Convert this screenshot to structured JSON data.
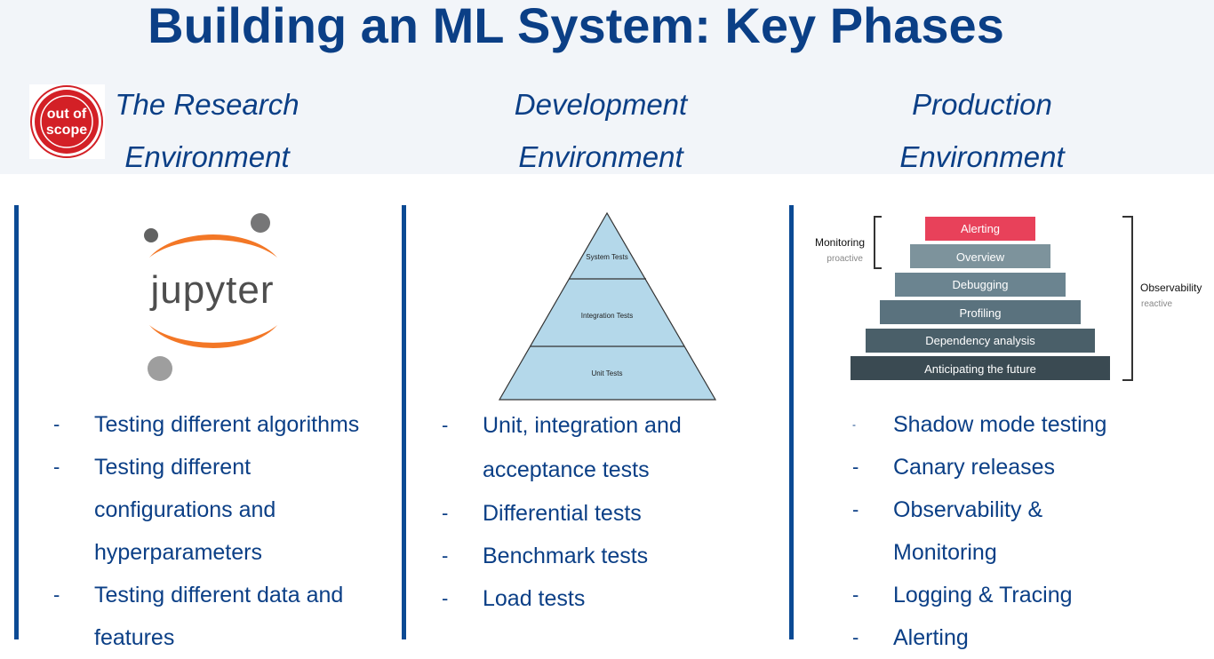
{
  "title": "Building an ML System: Key Phases",
  "logo": {
    "text_line1": "out of",
    "text_line2": "scope"
  },
  "columns": [
    {
      "heading_line1": "The Research",
      "heading_line2": "Environment",
      "bullets": [
        {
          "dash": "-",
          "text": [
            "Testing different algorithms"
          ]
        },
        {
          "dash": "-",
          "text": [
            "Testing different",
            "configurations and",
            "hyperparameters"
          ]
        },
        {
          "dash": "-",
          "text": [
            "Testing different data and",
            "features"
          ]
        }
      ]
    },
    {
      "heading_line1": "Development",
      "heading_line2": "Environment",
      "bullets": [
        {
          "dash": "-",
          "text": [
            "Unit, integration and",
            "acceptance tests"
          ]
        },
        {
          "dash": "-",
          "text": [
            "Differential tests"
          ]
        },
        {
          "dash": "-",
          "text": [
            "Benchmark tests"
          ]
        },
        {
          "dash": "-",
          "text": [
            "Load tests"
          ]
        }
      ]
    },
    {
      "heading_line1": "Production",
      "heading_line2": "Environment",
      "bullets": [
        {
          "dash": "-",
          "text": [
            "Shadow mode testing"
          ]
        },
        {
          "dash": "-",
          "text": [
            "Canary releases"
          ]
        },
        {
          "dash": "-",
          "text": [
            "Observability &",
            "Monitoring"
          ]
        },
        {
          "dash": "-",
          "text": [
            "Logging & Tracing"
          ]
        },
        {
          "dash": "-",
          "text": [
            "Alerting"
          ]
        }
      ]
    }
  ],
  "jupyter": {
    "wordmark": "jupyter",
    "orange": "#f37726",
    "gray": "#767677",
    "text_color": "#4e4e4e"
  },
  "test_pyramid": {
    "layers": [
      "System Tests",
      "Integration Tests",
      "Unit Tests"
    ],
    "fill": "#b4d8ea"
  },
  "observability_pyramid": {
    "layers": [
      {
        "label": "Alerting",
        "color": "#e8415a"
      },
      {
        "label": "Overview",
        "color": "#7d939c"
      },
      {
        "label": "Debugging",
        "color": "#6b8490"
      },
      {
        "label": "Profiling",
        "color": "#5a727e"
      },
      {
        "label": "Dependency analysis",
        "color": "#4a5f69"
      },
      {
        "label": "Anticipating the future",
        "color": "#3a4a52"
      }
    ],
    "monitoring_label": "Monitoring",
    "monitoring_sub": "proactive",
    "observability_label": "Observability",
    "observability_sub": "reactive"
  },
  "colors": {
    "title": "#0b3f86",
    "divider": "#0b4a94",
    "header_band": "#f2f5f9"
  }
}
